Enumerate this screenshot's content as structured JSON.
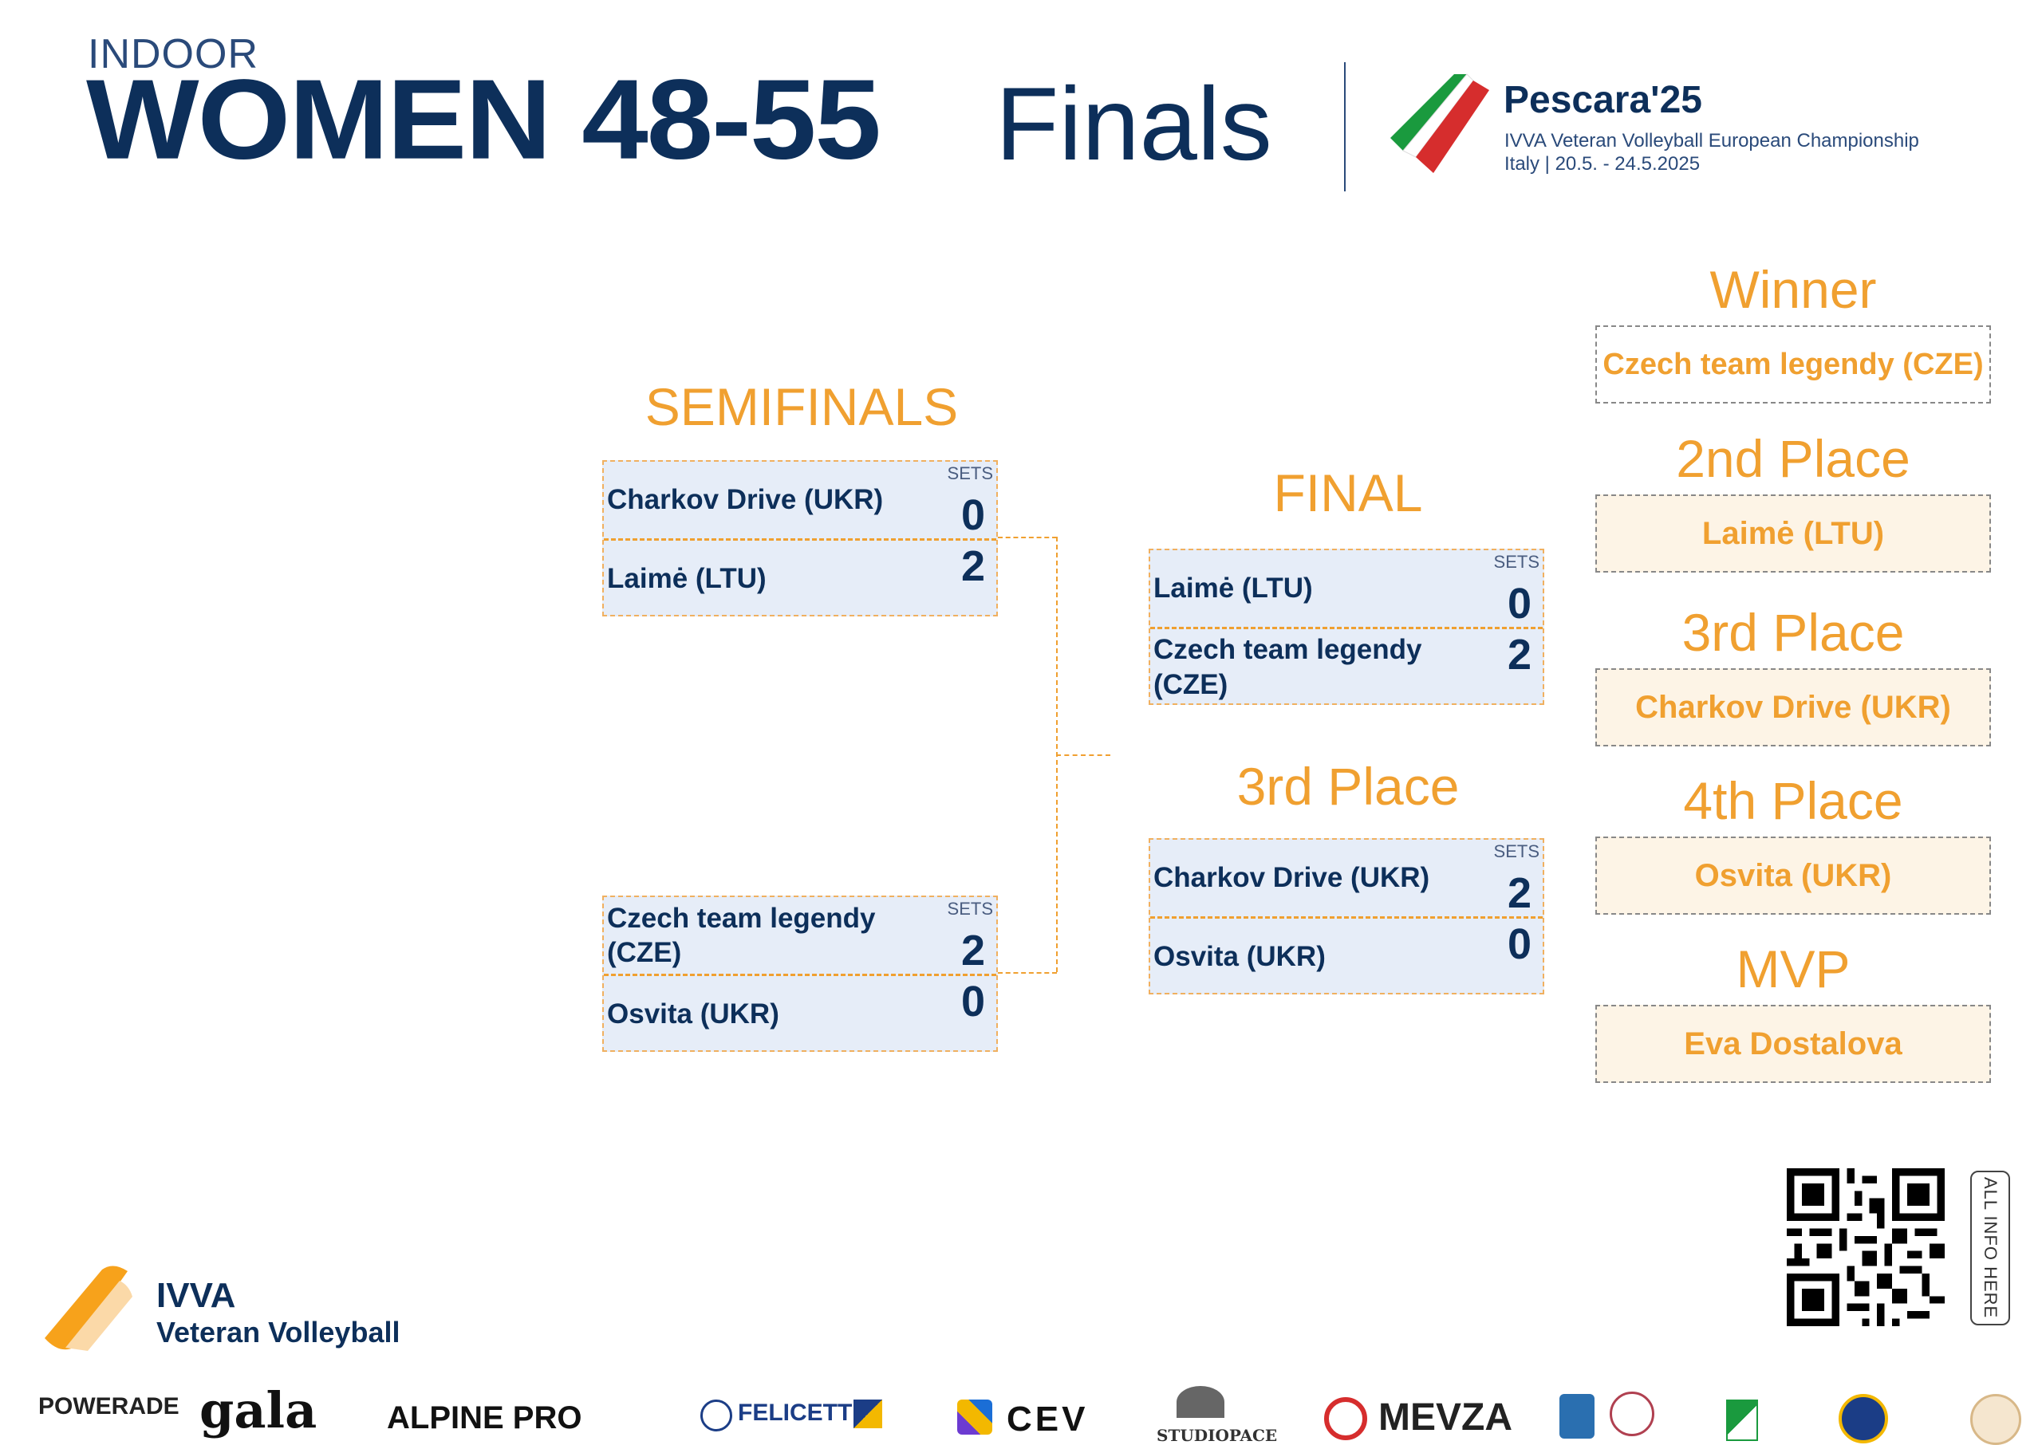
{
  "header": {
    "category": "INDOOR",
    "division": "WOMEN 48-55",
    "stage": "Finals",
    "event_name": "Pescara'25",
    "event_subtitle": "IVVA Veteran Volleyball European Championship",
    "event_dates": "Italy | 20.5. - 24.5.2025"
  },
  "bracket": {
    "semifinals_title": "SEMIFINALS",
    "final_title": "FINAL",
    "third_place_title": "3rd Place",
    "sets_label": "SETS",
    "semifinal_1": {
      "team_a": "Charkov Drive (UKR)",
      "score_a": "0",
      "team_b": "Laimė (LTU)",
      "score_b": "2"
    },
    "semifinal_2": {
      "team_a": "Czech team legendy (CZE)",
      "score_a": "2",
      "team_b": "Osvita (UKR)",
      "score_b": "0"
    },
    "final": {
      "team_a": "Laimė (LTU)",
      "score_a": "0",
      "team_b": "Czech team legendy (CZE)",
      "score_b": "2"
    },
    "third_place": {
      "team_a": "Charkov Drive (UKR)",
      "score_a": "2",
      "team_b": "Osvita (UKR)",
      "score_b": "0"
    }
  },
  "standings": {
    "winner_label": "Winner",
    "winner": "Czech team legendy (CZE)",
    "second_label": "2nd Place",
    "second": "Laimė (LTU)",
    "third_label": "3rd Place",
    "third": "Charkov Drive (UKR)",
    "fourth_label": "4th Place",
    "fourth": "Osvita (UKR)",
    "mvp_label": "MVP",
    "mvp": "Eva Dostalova"
  },
  "footer": {
    "org_name": "IVVA",
    "org_tagline": "Veteran Volleyball",
    "qr_caption": "ALL INFO HERE",
    "sponsors": {
      "powerade": "POWERADE",
      "gala": "gala",
      "alpine": "ALPINE PRO",
      "felicetti": "FELICETTI",
      "cev": "CEV",
      "studiopace": "STUDIOPACE",
      "mevza": "MEVZA"
    }
  },
  "colors": {
    "navy": "#0d2f5a",
    "orange": "#f0a030",
    "card_blue": "#e6edf8",
    "card_cream": "#fdf4e6",
    "italy_green": "#1a9a3e",
    "italy_red": "#d62d2d"
  }
}
